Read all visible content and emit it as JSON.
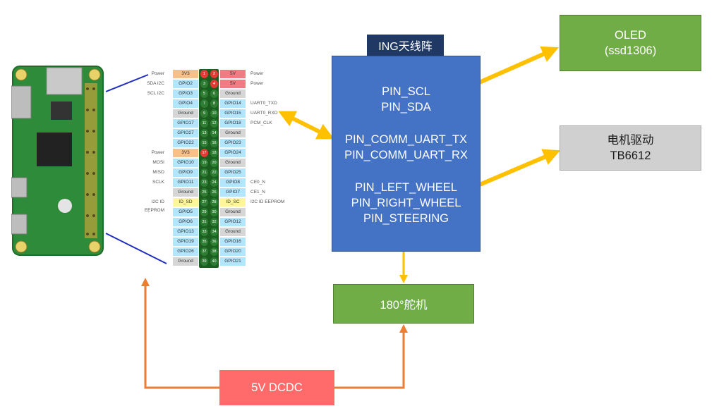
{
  "ing": {
    "title": "ING天线阵",
    "pins": [
      [
        "PIN_SCL",
        "PIN_SDA"
      ],
      [
        "PIN_COMM_UART_TX",
        "PIN_COMM_UART_RX"
      ],
      [
        "PIN_LEFT_WHEEL",
        "PIN_RIGHT_WHEEL",
        "PIN_STEERING"
      ]
    ]
  },
  "oled": {
    "line1": "OLED",
    "line2": "(ssd1306)"
  },
  "motor": {
    "line1": "电机驱动",
    "line2": "TB6612"
  },
  "servo": {
    "label": "180°舵机"
  },
  "dcdc": {
    "label": "5V DCDC"
  },
  "colors": {
    "blue_box": "#4472c4",
    "title_bg": "#203864",
    "green_box": "#70ad47",
    "gray_box": "#d0d0d0",
    "dcdc_box": "#ff6b6b",
    "yellow_arrow": "#ffc000",
    "orange_arrow": "#ed7d31",
    "board_line": "#1f2dbd"
  },
  "pi": {
    "pins": [
      {
        "lf": "Power",
        "ln": "3V3",
        "lt": "3v3",
        "a": "1",
        "b": "2",
        "rn": "5V",
        "rt": "5v",
        "rf": "Power"
      },
      {
        "lf": "SDA I2C",
        "ln": "GPIO2",
        "lt": "gpio",
        "a": "3",
        "b": "4",
        "rn": "5V",
        "rt": "5v",
        "rf": "Power"
      },
      {
        "lf": "SCL I2C",
        "ln": "GPIO3",
        "lt": "gpio",
        "a": "5",
        "b": "6",
        "rn": "Ground",
        "rt": "gnd",
        "rf": ""
      },
      {
        "lf": "",
        "ln": "GPIO4",
        "lt": "gpio",
        "a": "7",
        "b": "8",
        "rn": "GPIO14",
        "rt": "gpio",
        "rf": "UART0_TXD"
      },
      {
        "lf": "",
        "ln": "Ground",
        "lt": "gnd",
        "a": "9",
        "b": "10",
        "rn": "GPIO15",
        "rt": "gpio",
        "rf": "UART0_RXD"
      },
      {
        "lf": "",
        "ln": "GPIO17",
        "lt": "gpio",
        "a": "11",
        "b": "12",
        "rn": "GPIO18",
        "rt": "gpio",
        "rf": "PCM_CLK"
      },
      {
        "lf": "",
        "ln": "GPIO27",
        "lt": "gpio",
        "a": "13",
        "b": "14",
        "rn": "Ground",
        "rt": "gnd",
        "rf": ""
      },
      {
        "lf": "",
        "ln": "GPIO22",
        "lt": "gpio",
        "a": "15",
        "b": "16",
        "rn": "GPIO23",
        "rt": "gpio",
        "rf": ""
      },
      {
        "lf": "Power",
        "ln": "3V3",
        "lt": "3v3",
        "a": "17",
        "b": "18",
        "rn": "GPIO24",
        "rt": "gpio",
        "rf": ""
      },
      {
        "lf": "MOSI",
        "ln": "GPIO10",
        "lt": "gpio",
        "a": "19",
        "b": "20",
        "rn": "Ground",
        "rt": "gnd",
        "rf": ""
      },
      {
        "lf": "MISO",
        "ln": "GPIO9",
        "lt": "gpio",
        "a": "21",
        "b": "22",
        "rn": "GPIO25",
        "rt": "gpio",
        "rf": ""
      },
      {
        "lf": "SCLK",
        "ln": "GPIO11",
        "lt": "gpio",
        "a": "23",
        "b": "24",
        "rn": "GPIO8",
        "rt": "gpio",
        "rf": "CE0_N"
      },
      {
        "lf": "",
        "ln": "Ground",
        "lt": "gnd",
        "a": "25",
        "b": "26",
        "rn": "GPIO7",
        "rt": "gpio",
        "rf": "CE1_N"
      },
      {
        "lf": "I2C ID EEPROM",
        "ln": "ID_SD",
        "lt": "id",
        "a": "27",
        "b": "28",
        "rn": "ID_SC",
        "rt": "id",
        "rf": "I2C ID EEPROM"
      },
      {
        "lf": "",
        "ln": "GPIO5",
        "lt": "gpio",
        "a": "29",
        "b": "30",
        "rn": "Ground",
        "rt": "gnd",
        "rf": ""
      },
      {
        "lf": "",
        "ln": "GPIO6",
        "lt": "gpio",
        "a": "31",
        "b": "32",
        "rn": "GPIO12",
        "rt": "gpio",
        "rf": ""
      },
      {
        "lf": "",
        "ln": "GPIO13",
        "lt": "gpio",
        "a": "33",
        "b": "34",
        "rn": "Ground",
        "rt": "gnd",
        "rf": ""
      },
      {
        "lf": "",
        "ln": "GPIO19",
        "lt": "gpio",
        "a": "35",
        "b": "36",
        "rn": "GPIO16",
        "rt": "gpio",
        "rf": ""
      },
      {
        "lf": "",
        "ln": "GPIO26",
        "lt": "gpio",
        "a": "37",
        "b": "38",
        "rn": "GPIO20",
        "rt": "gpio",
        "rf": ""
      },
      {
        "lf": "",
        "ln": "Ground",
        "lt": "gnd",
        "a": "39",
        "b": "40",
        "rn": "GPIO21",
        "rt": "gpio",
        "rf": ""
      }
    ]
  }
}
